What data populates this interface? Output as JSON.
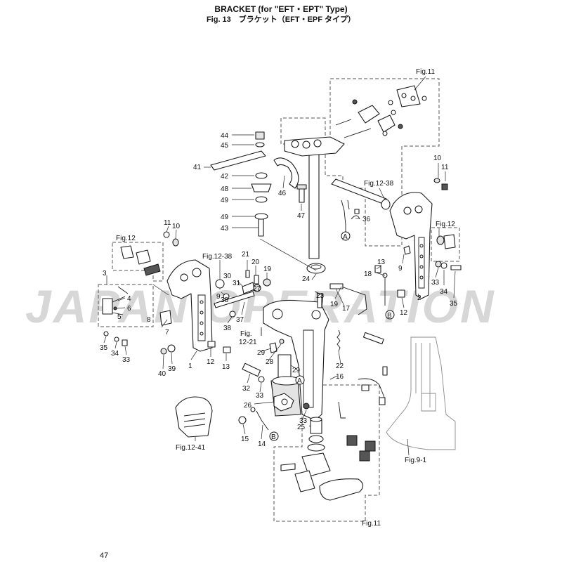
{
  "header": {
    "title": "BRACKET (for \"EFT・EPT\" Type)",
    "subtitle": "Fig. 13　ブラケット（EFT・EPF タイプ）"
  },
  "watermark": "JAPAN OPERATION",
  "page_number": "47",
  "labels": {
    "l1": "1",
    "l2": "2",
    "l3": "3",
    "l4": "4",
    "l5": "5",
    "l6": "6",
    "l7": "7",
    "l8": "8",
    "l9a": "9",
    "l9b": "9",
    "l10a": "10",
    "l10b": "10",
    "l11a": "11",
    "l11b": "11",
    "l12a": "12",
    "l12b": "12",
    "l13a": "13",
    "l13b": "13",
    "l14": "14",
    "l15": "15",
    "l16": "16",
    "l17": "17",
    "l18": "18",
    "l19a": "19",
    "l19b": "19",
    "l20": "20",
    "l21": "21",
    "l22": "22",
    "l23": "23",
    "l24": "24",
    "l25": "25",
    "l26": "26",
    "l27": "27",
    "l28": "28",
    "l29a": "29",
    "l29b": "29",
    "l30": "30",
    "l31": "31",
    "l32": "32",
    "l33a": "33",
    "l33b": "33",
    "l33c": "33",
    "l33d": "33",
    "l34a": "34",
    "l34b": "34",
    "l35a": "35",
    "l35b": "35",
    "l36": "36",
    "l37": "37",
    "l38a": "38",
    "l38b": "38",
    "l39": "39",
    "l40": "40",
    "l41": "41",
    "l42": "42",
    "l43": "43",
    "l44": "44",
    "l45": "45",
    "l46": "46",
    "l47": "47",
    "l48": "48",
    "l49a": "49",
    "l49b": "49",
    "A1": "A",
    "A2": "A",
    "B1": "B",
    "B2": "B",
    "fig11a": "Fig.11",
    "fig11b": "Fig.11",
    "fig12a": "Fig.12",
    "fig12b": "Fig.12",
    "fig1238a": "Fig.12-38",
    "fig1238b": "Fig.12-38",
    "fig1221a": "Fig.",
    "fig1221b": "12-21",
    "fig1241": "Fig.12-41",
    "fig91": "Fig.9-1"
  },
  "colors": {
    "ink": "#111111",
    "watermark": "#d7d7d7",
    "paper": "#ffffff"
  }
}
